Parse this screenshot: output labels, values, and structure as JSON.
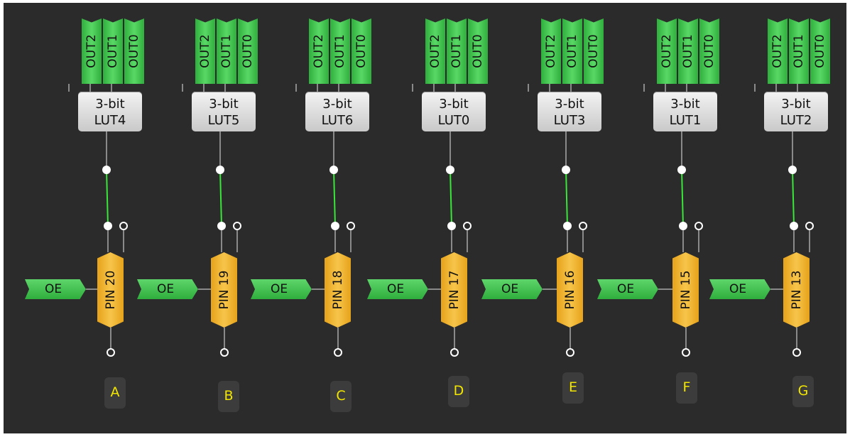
{
  "columns": [
    {
      "lut_line1": "3-bit",
      "lut_line2": "LUT4",
      "pin": "PIN 20",
      "oe": "OE",
      "label": "A",
      "outputs": [
        "OUT2",
        "OUT1",
        "OUT0"
      ]
    },
    {
      "lut_line1": "3-bit",
      "lut_line2": "LUT5",
      "pin": "PIN 19",
      "oe": "OE",
      "label": "B",
      "outputs": [
        "OUT2",
        "OUT1",
        "OUT0"
      ]
    },
    {
      "lut_line1": "3-bit",
      "lut_line2": "LUT6",
      "pin": "PIN 18",
      "oe": "OE",
      "label": "C",
      "outputs": [
        "OUT2",
        "OUT1",
        "OUT0"
      ]
    },
    {
      "lut_line1": "3-bit",
      "lut_line2": "LUT0",
      "pin": "PIN 17",
      "oe": "OE",
      "label": "D",
      "outputs": [
        "OUT2",
        "OUT1",
        "OUT0"
      ]
    },
    {
      "lut_line1": "3-bit",
      "lut_line2": "LUT3",
      "pin": "PIN 16",
      "oe": "OE",
      "label": "E",
      "outputs": [
        "OUT2",
        "OUT1",
        "OUT0"
      ]
    },
    {
      "lut_line1": "3-bit",
      "lut_line2": "LUT1",
      "pin": "PIN 15",
      "oe": "OE",
      "label": "F",
      "outputs": [
        "OUT2",
        "OUT1",
        "OUT0"
      ]
    },
    {
      "lut_line1": "3-bit",
      "lut_line2": "LUT2",
      "pin": "PIN 13",
      "oe": "OE",
      "label": "G",
      "outputs": [
        "OUT2",
        "OUT1",
        "OUT0"
      ]
    }
  ],
  "colors": {
    "background": "#2b2b2b",
    "connected_wire": "#39e639",
    "idle_wire": "#8a8a8a",
    "port_tab": "#4cc95a",
    "pin_body": "#f0b73a",
    "label_text": "#f2e600"
  }
}
